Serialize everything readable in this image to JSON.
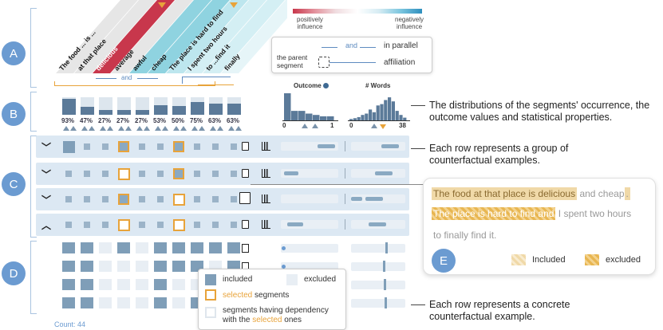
{
  "labels": {
    "a": "A",
    "b": "B",
    "c": "C",
    "d": "D",
    "e": "E"
  },
  "segments": [
    "The food ... is ...",
    "at that place",
    "delicious",
    "average",
    "awful",
    "cheap",
    "The place is hard to find",
    "I spent two hours",
    "to ...find it",
    "finally"
  ],
  "colorbar": {
    "left": "positively\ninfluence",
    "right": "negatively\ninfluence",
    "left_l1": "positively",
    "left_l2": "influence",
    "right_l1": "negatively",
    "right_l2": "influence"
  },
  "relation_legend": {
    "and": "and",
    "in_parallel": "in parallel",
    "parent1": "the parent",
    "parent2": "segment",
    "affiliation": "affiliation"
  },
  "and_label": "and",
  "percentages": [
    "93%",
    "47%",
    "27%",
    "27%",
    "27%",
    "53%",
    "50%",
    "75%",
    "63%",
    "63%"
  ],
  "outcome": {
    "title": "Outcome",
    "min": "0",
    "max": "1"
  },
  "words": {
    "title": "# Words",
    "min": "0",
    "max": "38"
  },
  "annotations": {
    "b": "The distributions of the segments' occurrence, the outcome values and statistical properties.",
    "c": "Each row represents a group of counterfactual examples.",
    "d": "Each row represents a concrete counterfactual example."
  },
  "legend": {
    "included": "included",
    "excluded": "excluded",
    "selected_word": "selected",
    "segments_word": " segments",
    "dep1": "segments having dependency",
    "dep2_pre": "with the ",
    "dep2_sel": "selected",
    "dep2_post": " ones"
  },
  "panel_e": {
    "hl1": "The food at that place is delicious",
    "t1": " and cheap",
    "t1b": ".",
    "hl2": "The place is hard to find and",
    "t2": " I spent two hours",
    "t3": "to finally find it.",
    "included": "Included",
    "excluded": "excluded"
  },
  "count": "Count: 44",
  "colors": {
    "accent": "#e8a33a",
    "circle": "#6b9bd1",
    "band": "#dce8f3"
  }
}
